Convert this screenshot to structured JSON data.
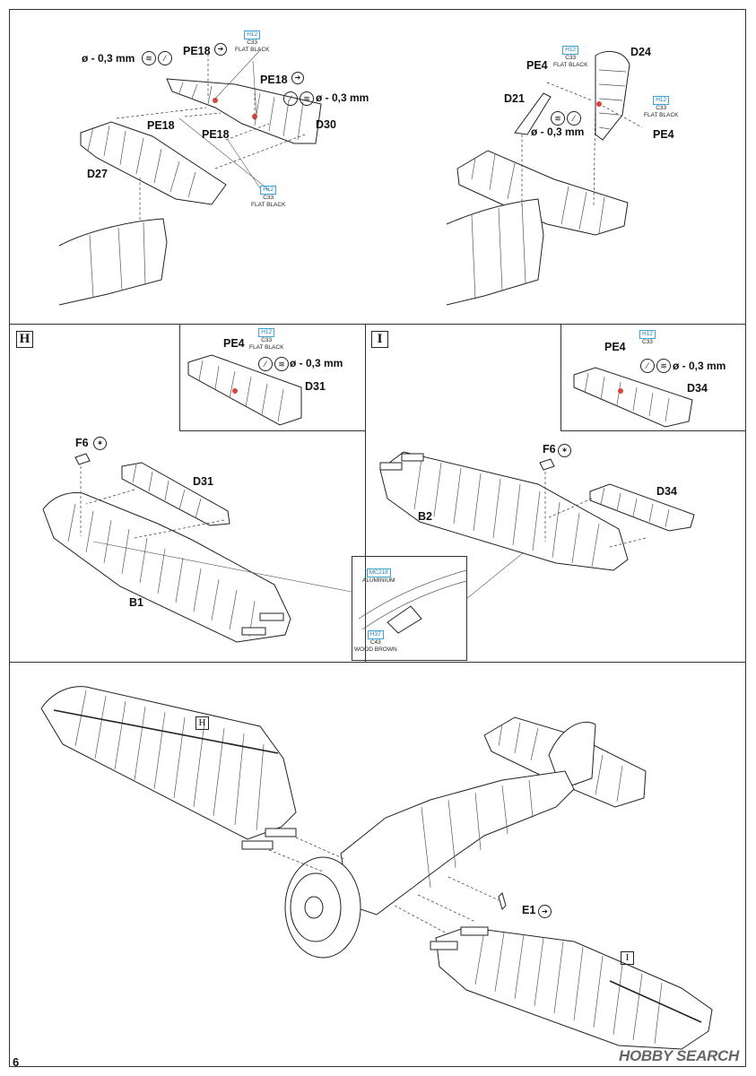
{
  "page": {
    "number": "6",
    "watermark": "HOBBY SEARCH"
  },
  "diameter_note": "ø - 0,3 mm",
  "steps": {
    "h": "H",
    "i": "I"
  },
  "parts": {
    "pe18": "PE18",
    "pe4": "PE4",
    "d24": "D24",
    "d21": "D21",
    "d27": "D27",
    "d30": "D30",
    "d31": "D31",
    "d34": "D34",
    "b1": "B1",
    "b2": "B2",
    "f6": "F6",
    "e1": "E1"
  },
  "paint": {
    "h12": "H12",
    "c33": "C33",
    "flat_black": "FLAT BLACK",
    "mc218": "MC218",
    "aluminium": "ALUMINIUM",
    "h37": "H37",
    "c43": "C43",
    "wood_brown": "WOOD BROWN"
  },
  "icons": [
    "bend-icon",
    "drill-icon",
    "cut-icon",
    "symmetric-icon"
  ]
}
